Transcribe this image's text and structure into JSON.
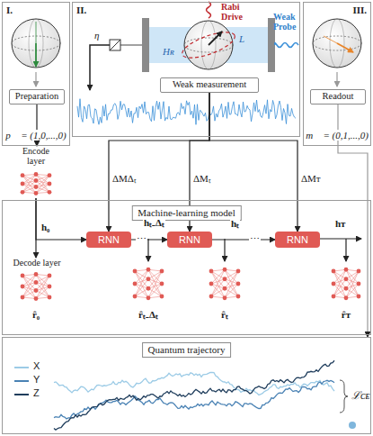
{
  "diagram": {
    "nodes": [
      {
        "text": [
          "I."
        ]
      },
      {
        "text": [
          "Preparation"
        ],
        "in": 0
      },
      {
        "text": [
          "II."
        ]
      },
      {
        "text": [
          "Weak measurement"
        ],
        "in": 2
      },
      {
        "text": [
          "III."
        ]
      },
      {
        "text": [
          "Readout"
        ],
        "in": 4
      },
      {
        "text": [
          "Encode layer"
        ]
      },
      {
        "text": [
          "Machine-learning model"
        ]
      },
      {
        "text": [
          "RNN"
        ],
        "in": 7
      },
      {
        "text": [
          "RNN"
        ],
        "in": 7
      },
      {
        "text": [
          "RNN"
        ],
        "in": 7
      },
      {
        "text": [
          "Decode layer"
        ],
        "in": 7
      },
      {
        "text": [
          "Quantum trajectory"
        ]
      }
    ],
    "edges": [
      {
        "from": 1,
        "to": 6,
        "arrow": "to"
      },
      {
        "from": 3,
        "to": 8,
        "label": "ΔMΔₜ",
        "arrow": "to"
      },
      {
        "from": 3,
        "to": 9,
        "label": "ΔMₜ",
        "arrow": "to"
      },
      {
        "from": 3,
        "to": 10,
        "label": "ΔMᴛ",
        "arrow": "to"
      },
      {
        "from": 6,
        "to": 8,
        "label": "h₀",
        "arrow": "to"
      },
      {
        "from": 6,
        "to": 11,
        "arrow": "to"
      },
      {
        "from": 8,
        "to": 9,
        "label": "hₜ₋Δₜ",
        "arrow": "to"
      },
      {
        "from": 9,
        "to": 10,
        "label": "hₜ",
        "arrow": "to"
      },
      {
        "from": 5,
        "to": 12,
        "arrow": "to"
      }
    ],
    "labels": [
      "p⃗ = (1,0,...,0)",
      "Rabi Drive",
      "Hʀ",
      "L",
      "Weak Probe",
      "η",
      "m⃗ = (0,1,...,0)",
      "⋯",
      "⋯",
      "hᴛ",
      "r̂₀",
      "r̂ₜ₋Δₜ",
      "r̂ₜ",
      "r̂ᴛ",
      "ℒᴄᴇ"
    ],
    "legend": [
      {
        "text": "X",
        "color": "#9ccbe6"
      },
      {
        "text": "Y",
        "color": "#4a82b4"
      },
      {
        "text": "Z",
        "color": "#1f3d5c"
      }
    ]
  }
}
